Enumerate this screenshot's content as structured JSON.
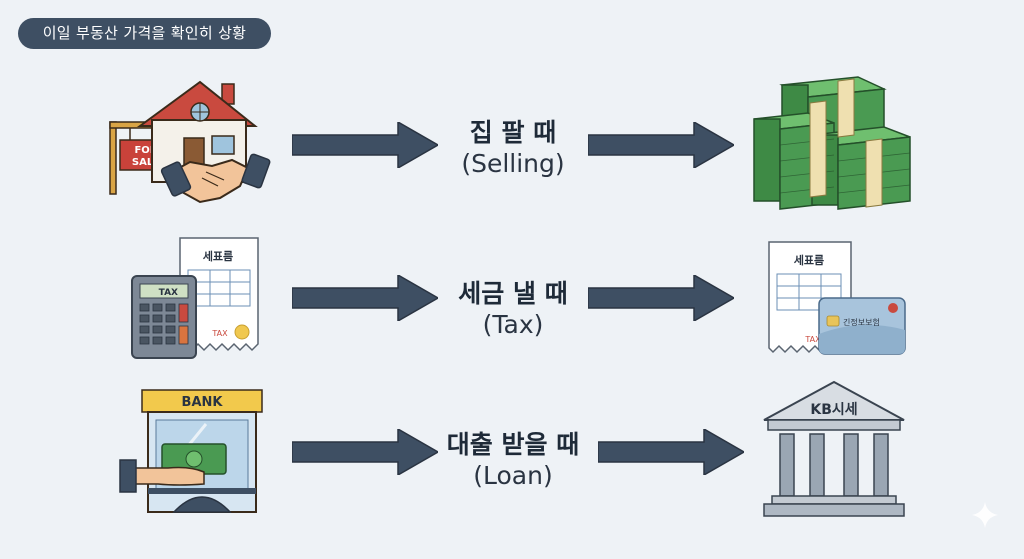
{
  "header": {
    "badge": "이일 부동산 가격을 확인히 상황"
  },
  "rows": [
    {
      "label_ko": "집 팔 때",
      "label_en": "(Selling)",
      "left_icon": "house-for-sale-handshake-icon",
      "right_icon": "money-stacks-icon",
      "sign_line1": "FOR",
      "sign_line2": "SALE"
    },
    {
      "label_ko": "세금 낼 때",
      "label_en": "(Tax)",
      "left_icon": "calculator-tax-document-icon",
      "right_icon": "tax-document-card-icon",
      "calc_display": "TAX",
      "doc_title": "세표름",
      "doc_tax": "TAX",
      "card_text": "긴정보보험",
      "doc2_title": "세표름",
      "doc2_tax": "TAX"
    },
    {
      "label_ko": "대출 받을 때",
      "label_en": "(Loan)",
      "left_icon": "bank-teller-cash-icon",
      "right_icon": "kb-building-icon",
      "bank_sign": "BANK",
      "building_sign": "KB시세"
    }
  ],
  "colors": {
    "arrow": "#3e4f63",
    "money": "#4a9a52",
    "badge_bg": "#3e4f63",
    "roof": "#c94a3f"
  }
}
